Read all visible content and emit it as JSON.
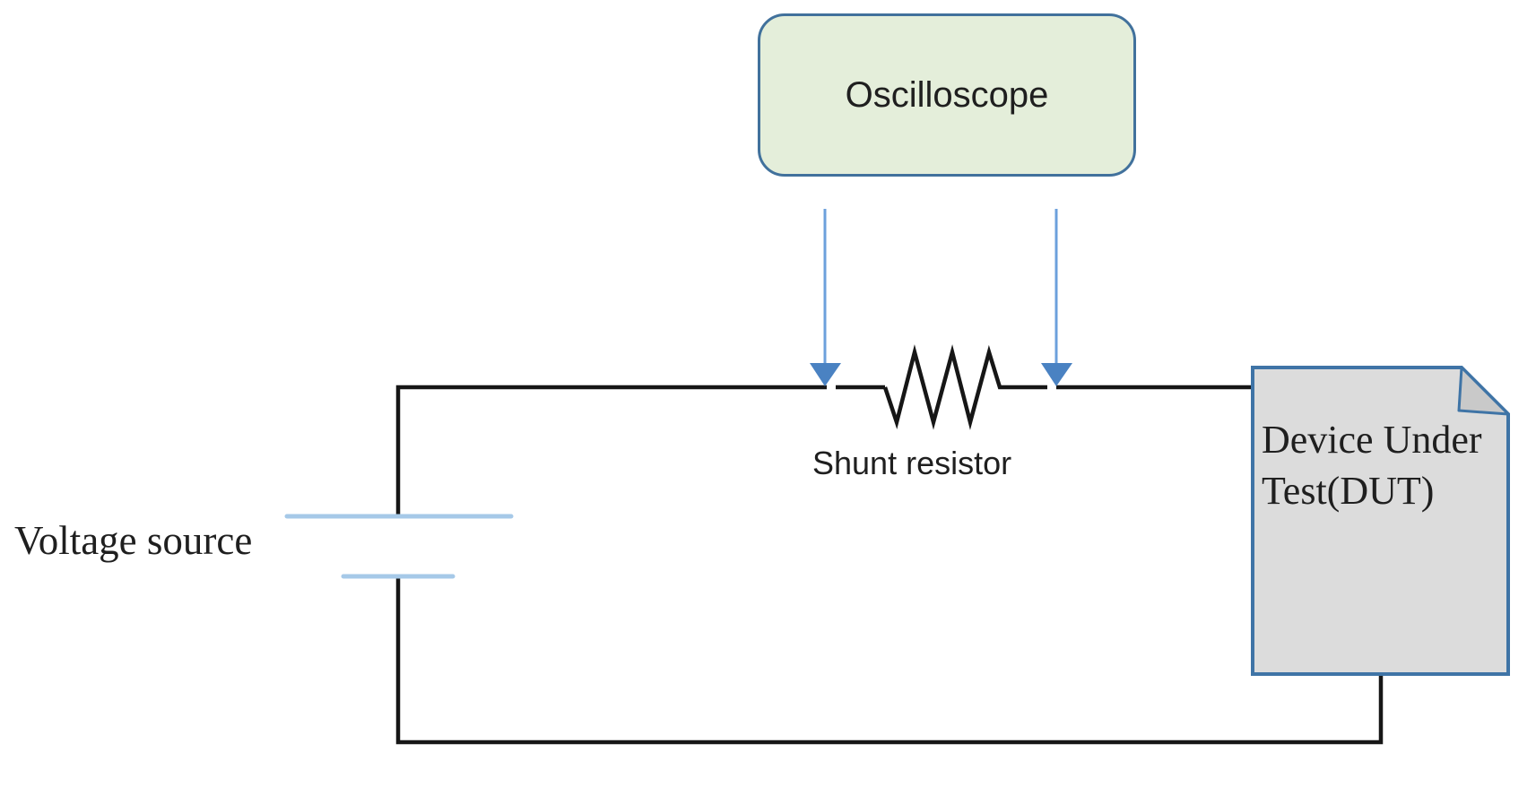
{
  "diagram": {
    "oscilloscope": {
      "label": "Oscilloscope"
    },
    "shunt_resistor": {
      "label": "Shunt resistor"
    },
    "voltage_source": {
      "label": "Voltage source"
    },
    "device_under_test": {
      "label_line1": "Device Under",
      "label_line2": "Test(DUT)"
    }
  },
  "colors": {
    "background": "#ffffff",
    "wire": "#161616",
    "text": "#1f1f1f",
    "arrow_shaft": "#6ca0dc",
    "arrow_head": "#4a82c2",
    "battery_plate": "#a6c9e8",
    "oscilloscope_fill": "#e4eeda",
    "oscilloscope_border": "#41719c",
    "dut_fill": "#dcdcdc",
    "dut_fold": "#c9c9c9",
    "dut_border": "#3f74a6"
  }
}
